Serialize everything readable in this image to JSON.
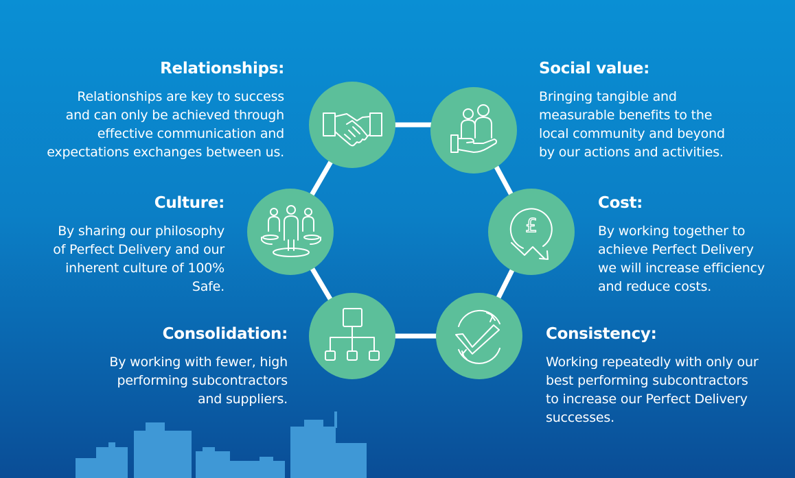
{
  "colors": {
    "circle": "#5cbf9a",
    "line": "#ffffff",
    "icon_stroke": "#ffffff",
    "skyline": "#3f98d6"
  },
  "items": [
    {
      "id": "relationships",
      "title": "Relationships:",
      "lines": [
        "Relationships are key to success",
        "and can only be achieved through",
        "effective communication and",
        "expectations exchanges between us."
      ],
      "icon": "handshake-icon"
    },
    {
      "id": "social-value",
      "title": "Social value:",
      "lines": [
        "Bringing tangible and",
        "measurable benefits to the",
        "local community and beyond",
        "by our actions and activities."
      ],
      "icon": "community-care-icon"
    },
    {
      "id": "culture",
      "title": "Culture:",
      "lines": [
        "By sharing our philosophy",
        "of Perfect Delivery and our",
        "inherent culture of 100%",
        "Safe."
      ],
      "icon": "team-icon"
    },
    {
      "id": "cost",
      "title": "Cost:",
      "lines": [
        "By working together to",
        "achieve Perfect Delivery",
        "we will increase efficiency",
        "and reduce costs."
      ],
      "icon": "pound-decrease-icon"
    },
    {
      "id": "consolidation",
      "title": "Consolidation:",
      "lines": [
        "By working with fewer, high",
        "performing subcontractors",
        "and suppliers."
      ],
      "icon": "hierarchy-icon"
    },
    {
      "id": "consistency",
      "title": "Consistency:",
      "lines": [
        "Working repeatedly with only our",
        "best performing subcontractors",
        "to increase our Perfect Delivery",
        "successes."
      ],
      "icon": "refresh-check-icon"
    }
  ]
}
